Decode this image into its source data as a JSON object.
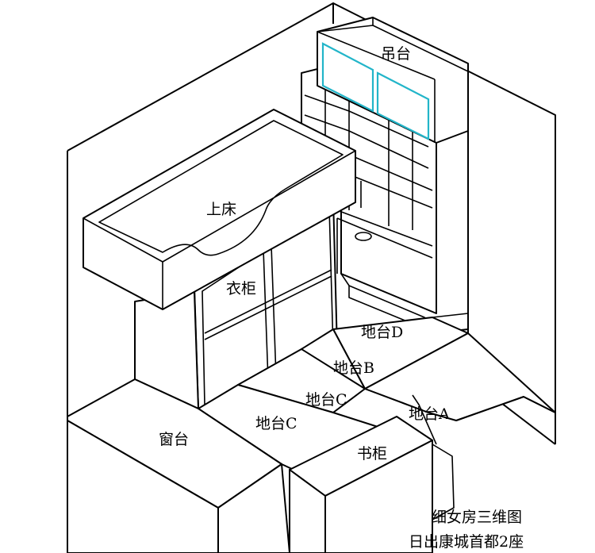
{
  "labels": {
    "hanging_cabinet": "吊台",
    "upper_bed": "上床",
    "wardrobe": "衣柜",
    "platform_d": "地台D",
    "platform_b": "地台B",
    "platform_c_back": "地台C",
    "platform_c_front": "地台C",
    "platform_a": "地台A",
    "window_platform": "窗台",
    "bookcase": "书柜"
  },
  "caption": {
    "line1": "细女房三维图",
    "line2": "日出康城首都2座"
  },
  "colors": {
    "line": "#000000",
    "glass": "#22b5c9",
    "background": "#ffffff"
  }
}
